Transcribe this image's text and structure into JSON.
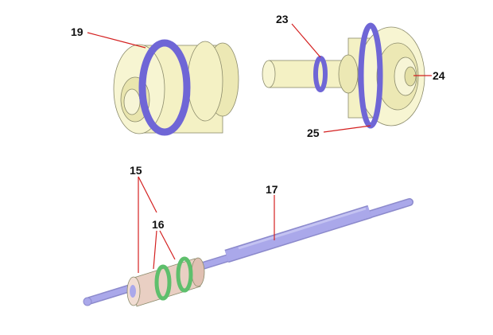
{
  "labels": {
    "part_19": "19",
    "part_23": "23",
    "part_24": "24",
    "part_25": "25",
    "part_15": "15",
    "part_16": "16",
    "part_17": "17"
  },
  "colors": {
    "housing": "#f4f1c4",
    "oring_blue": "#6f66d6",
    "rod": "#aaa8ea",
    "spool": "#e9cfc3",
    "oring_green": "#5ebf6c",
    "leader": "#d42020"
  }
}
